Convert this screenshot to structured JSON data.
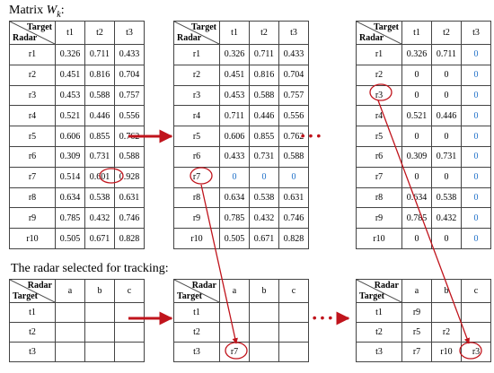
{
  "matrix_title": {
    "prefix": "Matrix",
    "symbol": "W",
    "subscript": "k",
    "suffix": ":"
  },
  "selection_title": "The radar selected for tracking:",
  "matrix_header": {
    "corner_top": "Target",
    "corner_bottom": "Radar",
    "cols": [
      "t1",
      "t2",
      "t3"
    ]
  },
  "selection_header": {
    "corner_top": "Radar",
    "corner_bottom": "Target",
    "cols": [
      "a",
      "b",
      "c"
    ]
  },
  "radars": [
    "r1",
    "r2",
    "r3",
    "r4",
    "r5",
    "r6",
    "r7",
    "r8",
    "r9",
    "r10"
  ],
  "targets": [
    "t1",
    "t2",
    "t3"
  ],
  "matrix_steps": [
    [
      [
        "0.326",
        "0.711",
        "0.433"
      ],
      [
        "0.451",
        "0.816",
        "0.704"
      ],
      [
        "0.453",
        "0.588",
        "0.757"
      ],
      [
        "0.521",
        "0.446",
        "0.556"
      ],
      [
        "0.606",
        "0.855",
        "0.762"
      ],
      [
        "0.309",
        "0.731",
        "0.588"
      ],
      [
        "0.514",
        "0.601",
        "0.928"
      ],
      [
        "0.634",
        "0.538",
        "0.631"
      ],
      [
        "0.785",
        "0.432",
        "0.746"
      ],
      [
        "0.505",
        "0.671",
        "0.828"
      ]
    ],
    [
      [
        "0.326",
        "0.711",
        "0.433"
      ],
      [
        "0.451",
        "0.816",
        "0.704"
      ],
      [
        "0.453",
        "0.588",
        "0.757"
      ],
      [
        "0.711",
        "0.446",
        "0.556"
      ],
      [
        "0.606",
        "0.855",
        "0.762"
      ],
      [
        "0.433",
        "0.731",
        "0.588"
      ],
      [
        "0",
        "0",
        "0"
      ],
      [
        "0.634",
        "0.538",
        "0.631"
      ],
      [
        "0.785",
        "0.432",
        "0.746"
      ],
      [
        "0.505",
        "0.671",
        "0.828"
      ]
    ],
    [
      [
        "0.326",
        "0.711",
        "0"
      ],
      [
        "0",
        "0",
        "0"
      ],
      [
        "0",
        "0",
        "0"
      ],
      [
        "0.521",
        "0.446",
        "0"
      ],
      [
        "0",
        "0",
        "0"
      ],
      [
        "0.309",
        "0.731",
        "0"
      ],
      [
        "0",
        "0",
        "0"
      ],
      [
        "0.634",
        "0.538",
        "0"
      ],
      [
        "0.785",
        "0.432",
        "0"
      ],
      [
        "0",
        "0",
        "0"
      ]
    ]
  ],
  "blue_cells": [
    [],
    [
      [
        6,
        0
      ],
      [
        6,
        1
      ],
      [
        6,
        2
      ]
    ],
    [
      [
        0,
        2
      ],
      [
        1,
        2
      ],
      [
        2,
        2
      ],
      [
        3,
        2
      ],
      [
        4,
        2
      ],
      [
        5,
        2
      ],
      [
        6,
        2
      ],
      [
        7,
        2
      ],
      [
        8,
        2
      ],
      [
        9,
        2
      ]
    ]
  ],
  "selection_steps": [
    [
      [
        "",
        "",
        ""
      ],
      [
        "",
        "",
        ""
      ],
      [
        "",
        "",
        ""
      ]
    ],
    [
      [
        "",
        "",
        ""
      ],
      [
        "",
        "",
        ""
      ],
      [
        "r7",
        "",
        ""
      ]
    ],
    [
      [
        "r9",
        "",
        ""
      ],
      [
        "r5",
        "r2",
        ""
      ],
      [
        "r7",
        "r10",
        "r3"
      ]
    ]
  ],
  "ellipsis": "• • •",
  "colors": {
    "arrow": "#c0141c",
    "circle": "#c0141c",
    "zero_value": "#1e6fc8",
    "grid": "#444444"
  }
}
